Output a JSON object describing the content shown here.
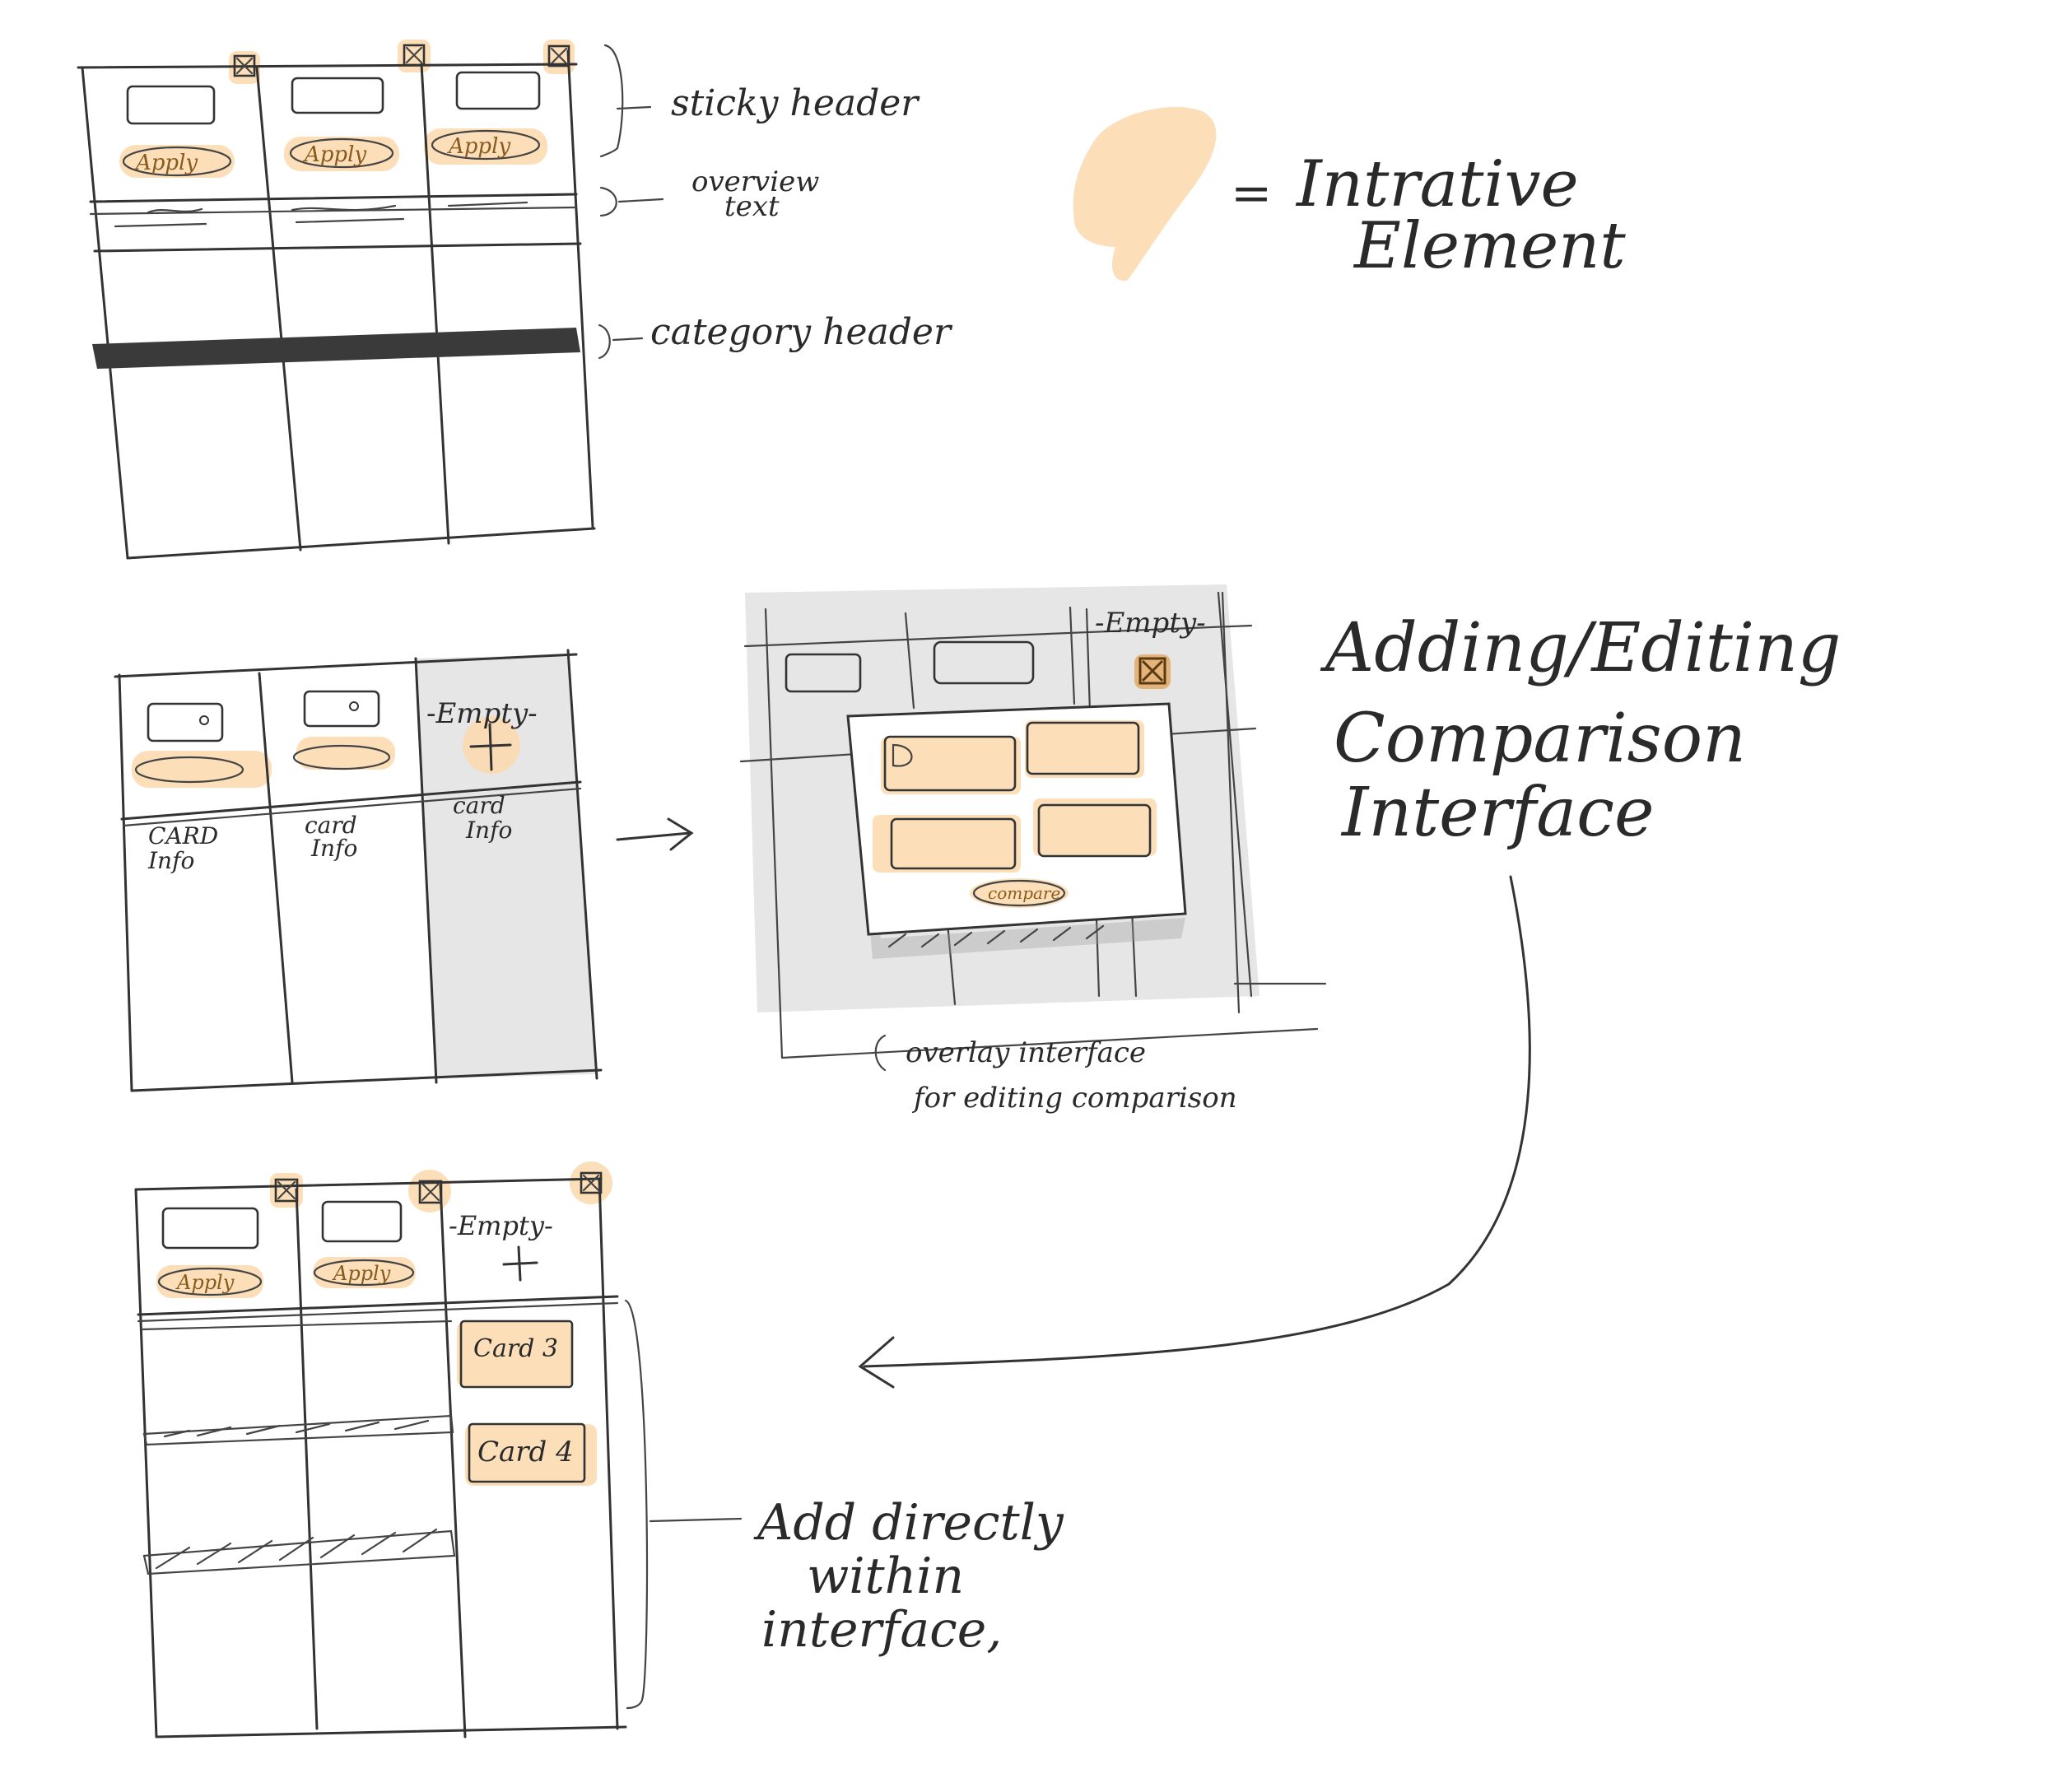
{
  "legend": {
    "equals": "=",
    "label_line1": "Intrative",
    "label_line2": "Element"
  },
  "sketch1": {
    "columns": [
      {
        "button": "Apply"
      },
      {
        "button": "Apply"
      },
      {
        "button": "Apply"
      }
    ],
    "annotations": {
      "sticky_header": "sticky header",
      "overview_text_line1": "overview",
      "overview_text_line2": "text",
      "category_header": "category header"
    }
  },
  "sketch2": {
    "empty_label": "-Empty-",
    "cells": [
      {
        "line1": "CARD",
        "line2": "Info"
      },
      {
        "line1": "card",
        "line2": "Info"
      },
      {
        "line1": "card",
        "line2": "Info"
      }
    ]
  },
  "sketch3": {
    "empty_label": "-Empty-",
    "compare_button": "compare",
    "caption_line1": "overlay interface",
    "caption_line2": "for editing comparison"
  },
  "title": {
    "line1": "Adding/Editing",
    "line2": "Comparison",
    "line3": "Interface"
  },
  "sketch4": {
    "buttons": [
      "Apply",
      "Apply"
    ],
    "empty_label": "-Empty-",
    "cards": [
      "Card 3",
      "Card 4"
    ],
    "annotation_line1": "Add directly",
    "annotation_line2": "within",
    "annotation_line3": "interface,"
  },
  "colors": {
    "highlight": "#fbd9ad",
    "ink": "#2a2a2a",
    "dark_bar": "#3a3a3a",
    "overlay_gray": "#e6e6e6",
    "button_text": "#8a5a1c"
  }
}
